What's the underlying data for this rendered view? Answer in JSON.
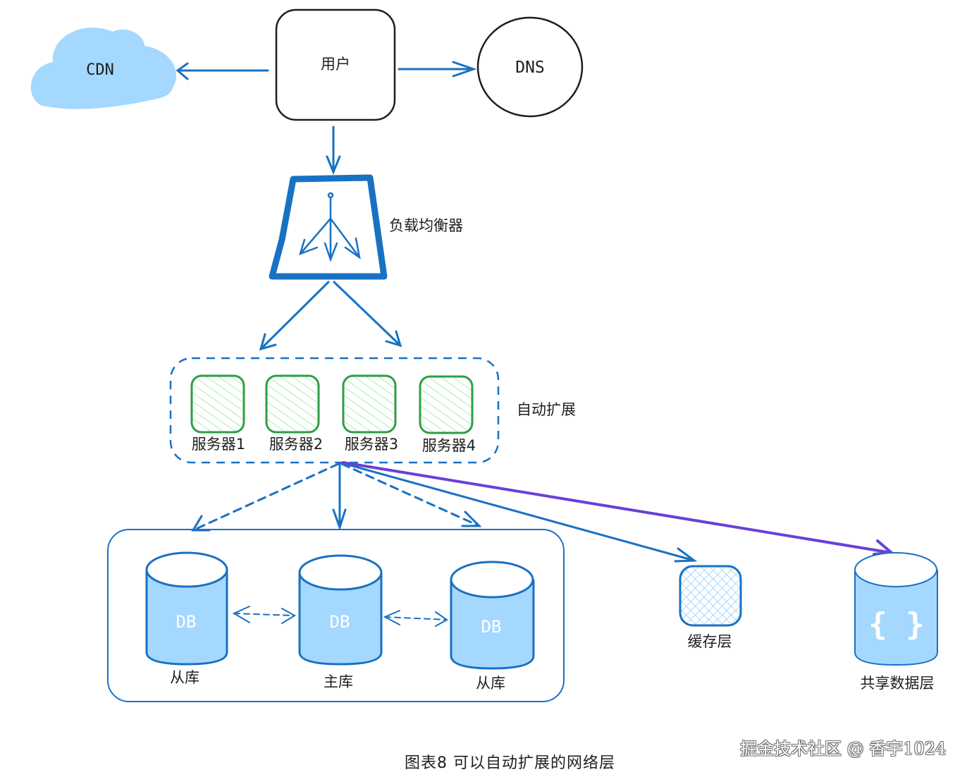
{
  "nodes": {
    "cdn": {
      "label": "CDN"
    },
    "user": {
      "label": "用户"
    },
    "dns": {
      "label": "DNS"
    },
    "load_balancer": {
      "label": "负载均衡器"
    },
    "auto_scaling_group": {
      "label": "自动扩展",
      "servers": [
        {
          "label": "服务器1"
        },
        {
          "label": "服务器2"
        },
        {
          "label": "服务器3"
        },
        {
          "label": "服务器4"
        }
      ]
    },
    "databases": [
      {
        "icon_text": "DB",
        "label": "从库"
      },
      {
        "icon_text": "DB",
        "label": "主库"
      },
      {
        "icon_text": "DB",
        "label": "从库"
      }
    ],
    "cache": {
      "label": "缓存层"
    },
    "shared_data": {
      "label": "共享数据层",
      "icon_text": "{ }"
    }
  },
  "caption": "图表8  可以自动扩展的网络层",
  "watermark": "掘金技术社区 @ 香宇1024",
  "colors": {
    "primary_blue": "#1971c2",
    "light_blue": "#a5d8ff",
    "green": "#2f9e44",
    "green_hatch": "#b2f2bb",
    "purple": "#6741d9",
    "black": "#1e1e1e"
  }
}
